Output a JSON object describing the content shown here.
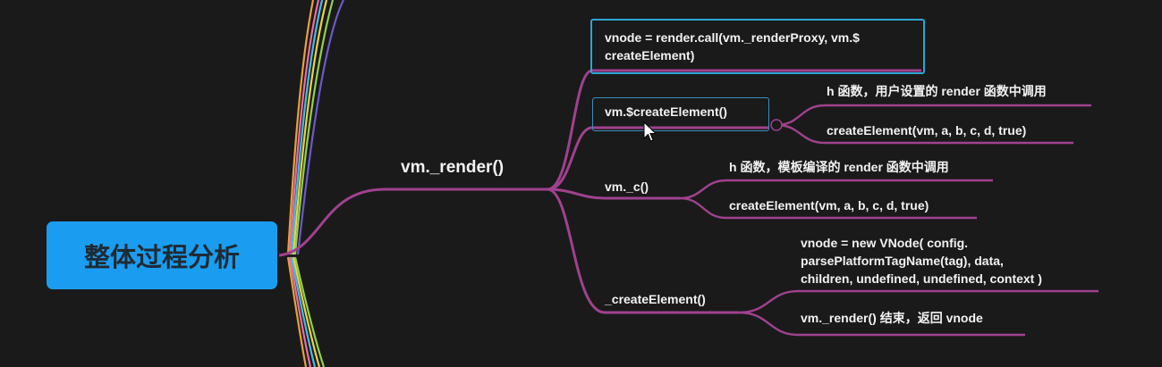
{
  "root": {
    "label": "整体过程分析"
  },
  "branch": {
    "label": "vm._render()"
  },
  "children": {
    "render_call": {
      "line1": "vnode = render.call(vm._renderProxy, vm.$",
      "line2": "createElement)"
    },
    "create_element": {
      "label": "vm.$createElement()",
      "leaf1": "h 函数，用户设置的 render 函数中调用",
      "leaf2": "createElement(vm, a, b, c, d, true)"
    },
    "vm_c": {
      "label": "vm._c()",
      "leaf1": "h 函数，模板编译的 render 函数中调用",
      "leaf2": "createElement(vm, a, b, c, d, true)"
    },
    "underscore_create": {
      "label": "_createElement()",
      "leaf1_line1": "vnode = new VNode( config.",
      "leaf1_line2": "parsePlatformTagName(tag), data,",
      "leaf1_line3": "children, undefined, undefined, context )",
      "leaf2": "vm._render() 结束，返回 vnode"
    }
  },
  "colors": {
    "background": "#1a1a1a",
    "root_fill": "#1a9df0",
    "branch_line": "#a0418f",
    "highlight_box": "#2aa6d6"
  }
}
